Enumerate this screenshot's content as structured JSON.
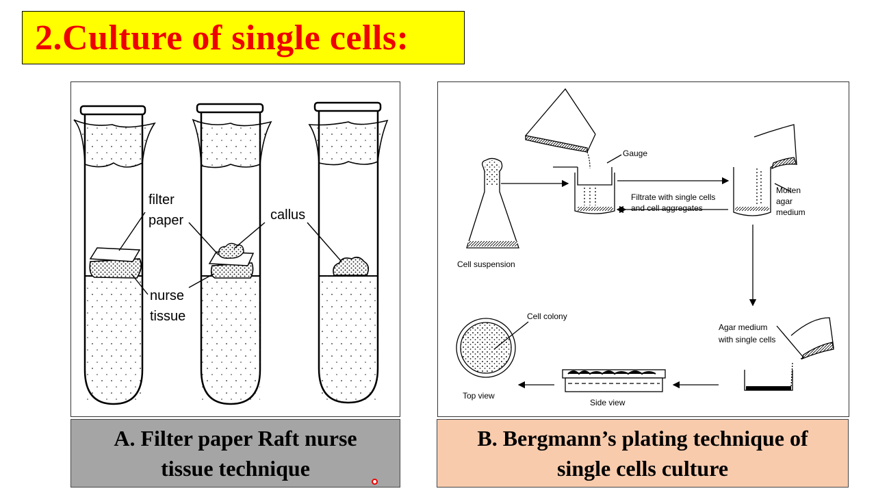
{
  "slide": {
    "title": "2.Culture of single cells:"
  },
  "figure_a": {
    "labels": {
      "filter": "filter",
      "paper": "paper",
      "callus": "callus",
      "nurse": "nurse",
      "tissue": "tissue"
    },
    "caption_line1": "A. Filter paper Raft nurse",
    "caption_line2": "tissue technique"
  },
  "figure_b": {
    "labels": {
      "gauge": "Gauge",
      "filtrate_1": "Filtrate with single cells",
      "filtrate_2": "and cell aggregates",
      "molten_1": "Molten",
      "molten_2": "agar",
      "molten_3": "medium",
      "cell_suspension": "Cell suspension",
      "cell_colony": "Cell colony",
      "agar_1": "Agar medium",
      "agar_2": "with single cells",
      "top_view": "Top view",
      "side_view": "Side view"
    },
    "caption_line1": "B. Bergmann’s plating technique of",
    "caption_line2": "single cells culture"
  },
  "colors": {
    "title_bg": "#ffff00",
    "title_text": "#ee0000",
    "caption_a_bg": "#a5a5a5",
    "caption_b_bg": "#f8cbad"
  }
}
